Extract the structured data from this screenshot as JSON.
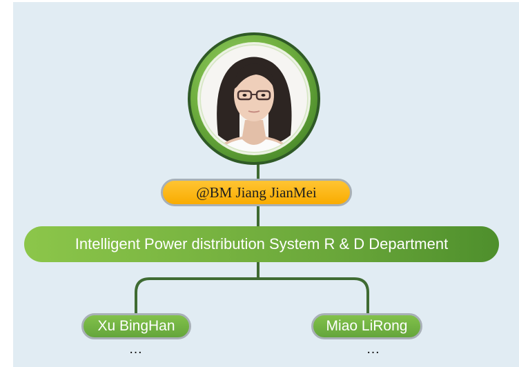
{
  "manager": {
    "name": "@BM Jiang JianMei"
  },
  "department": {
    "name": "Intelligent Power distribution System R & D Department"
  },
  "members": [
    {
      "name": "Xu BingHan",
      "more": "…"
    },
    {
      "name": "Miao LiRong",
      "more": "…"
    }
  ],
  "colors": {
    "background": "#e1ecf3",
    "manager_pill": "#f9ac00",
    "department_pill": "#6aa73a",
    "member_pill": "#64a53b",
    "connector": "#3f6b32",
    "avatar_ring": "#6fae3f"
  },
  "icons": {
    "avatar": "person-photo-icon"
  }
}
